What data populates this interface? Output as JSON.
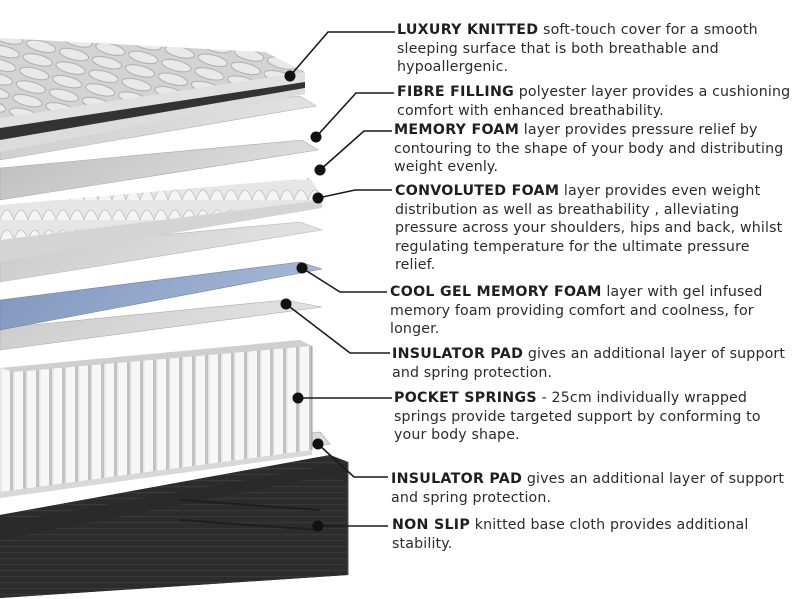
{
  "colors": {
    "text": "#2b2b2b",
    "leader_line": "#1a1a1a",
    "cool_gel_layer": "#8a9fc4",
    "base_cloth": "#333333"
  },
  "callouts": [
    {
      "heading": "LUXURY KNITTED",
      "body": " soft-touch cover for a smooth sleeping surface that is both breathable and hypoallergenic."
    },
    {
      "heading": "FIBRE FILLING",
      "body": " polyester layer provides a cushioning comfort with enhanced breathability."
    },
    {
      "heading": "MEMORY FOAM",
      "body": " layer provides pressure relief by contouring to the shape of your body and distributing weight evenly."
    },
    {
      "heading": "CONVOLUTED FOAM",
      "body": " layer provides even weight distribution as well as breathability , alleviating pressure across your shoulders, hips and back, whilst regulating temperature for the ultimate pressure relief."
    },
    {
      "heading": "COOL GEL MEMORY FOAM",
      "body": " layer with gel infused memory foam providing comfort and coolness, for longer."
    },
    {
      "heading": "INSULATOR PAD",
      "body": " gives an additional layer of support and spring protection."
    },
    {
      "heading": "POCKET SPRINGS",
      "body": " - 25cm individually wrapped springs provide targeted support by conforming to your body shape."
    },
    {
      "heading": "INSULATOR PAD",
      "body": " gives an additional layer of support and spring protection."
    },
    {
      "heading": "NON SLIP",
      "body": " knitted base cloth provides additional stability."
    }
  ]
}
